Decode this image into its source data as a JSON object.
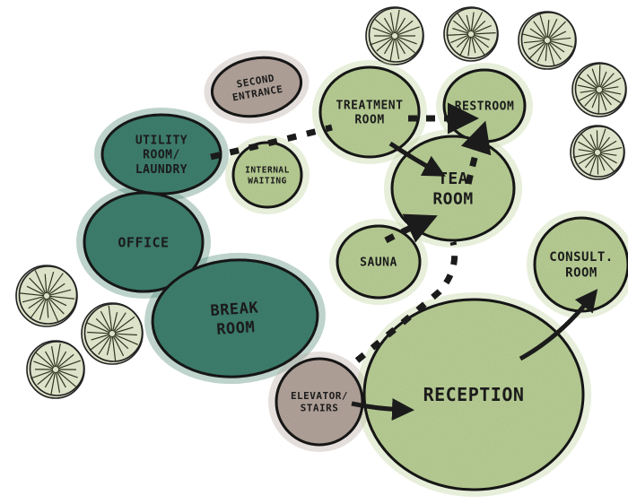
{
  "colors": {
    "teal": "#41806e",
    "teal_dark": "#2f6a5b",
    "sage": "#b9cf95",
    "sage_dark": "#a4bf7d",
    "taupe": "#b3a49b",
    "outline": "#1b1b1b",
    "tree_fill": "#dde3c8"
  },
  "bubbles": {
    "second_entrance": [
      "SECOND",
      "ENTRANCE"
    ],
    "utility": [
      "UTILITY",
      "ROOM/",
      "LAUNDRY"
    ],
    "internal_waiting": [
      "INTERNAL",
      "WAITING"
    ],
    "office": [
      "OFFICE"
    ],
    "break_room": [
      "BREAK",
      "ROOM"
    ],
    "treatment": [
      "TREATMENT",
      "ROOM"
    ],
    "restroom": [
      "RESTROOM"
    ],
    "tea_room": [
      "TEA",
      "ROOM"
    ],
    "sauna": [
      "SAUNA"
    ],
    "consult": [
      "CONSULT.",
      "ROOM"
    ],
    "elevator": [
      "ELEVATOR/",
      "STAIRS"
    ],
    "reception": [
      "RECEPTION"
    ]
  },
  "trees": [
    "tree-icon",
    "tree-icon",
    "tree-icon",
    "tree-icon",
    "tree-icon",
    "tree-icon",
    "tree-icon",
    "tree-icon"
  ]
}
